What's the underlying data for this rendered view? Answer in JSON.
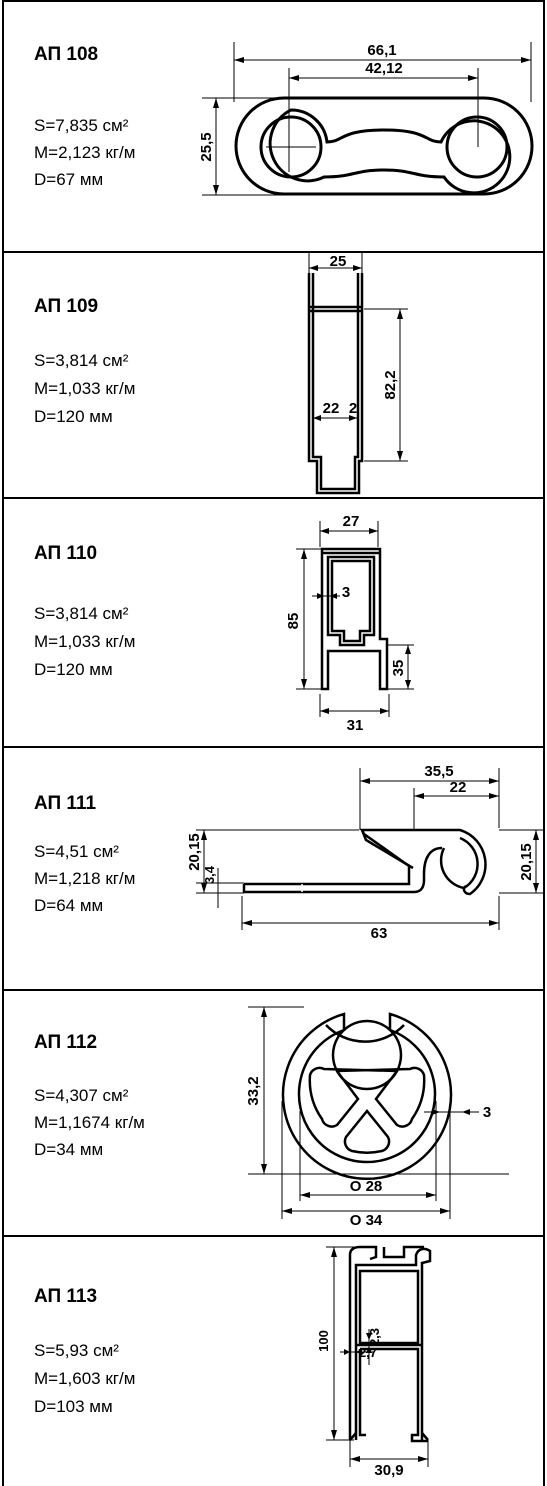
{
  "profiles": [
    {
      "name": "АП 108",
      "s": "S=7,835 см²",
      "m": "M=2,123 кг/м",
      "d": "D=67 мм",
      "dims": [
        "66,1",
        "42,12",
        "25,5"
      ]
    },
    {
      "name": "АП 109",
      "s": "S=3,814 см²",
      "m": "M=1,033 кг/м",
      "d": "D=120 мм",
      "dims": [
        "25",
        "82,2",
        "22",
        "2"
      ]
    },
    {
      "name": "АП 110",
      "s": "S=3,814 см²",
      "m": "M=1,033 кг/м",
      "d": "D=120 мм",
      "dims": [
        "27",
        "3",
        "85",
        "35",
        "31"
      ]
    },
    {
      "name": "АП 111",
      "s": "S=4,51 см²",
      "m": "M=1,218 кг/м",
      "d": "D=64 мм",
      "dims": [
        "35,5",
        "22",
        "20,15",
        "3,4",
        "20,15",
        "63"
      ]
    },
    {
      "name": "АП 112",
      "s": "S=4,307 см²",
      "m": "M=1,1674 кг/м",
      "d": "D=34 мм",
      "dims": [
        "33,2",
        "3",
        "O 28",
        "O 34"
      ]
    },
    {
      "name": "АП 113",
      "s": "S=5,93 см²",
      "m": "M=1,603 кг/м",
      "d": "D=103 мм",
      "dims": [
        "100",
        "2,3",
        "2,7",
        "30,9"
      ]
    }
  ]
}
